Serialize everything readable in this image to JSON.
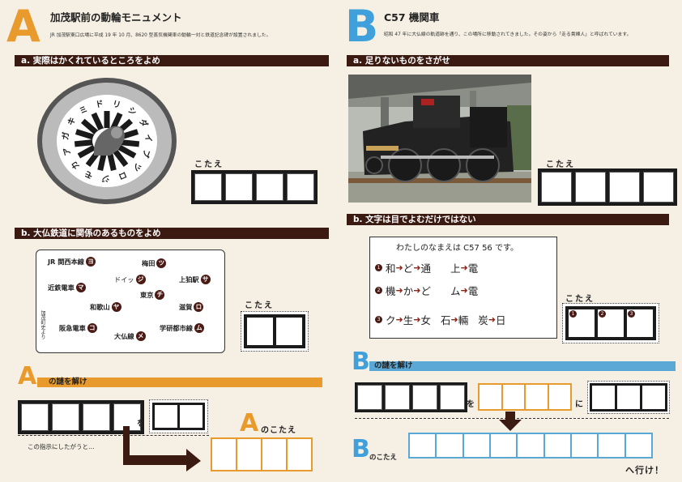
{
  "sectionA": {
    "letter": "A",
    "title": "加茂駅前の動輪モニュメント",
    "description": "JR 加茂駅東口広場に平成 19 年 10 月、8620 型蒸気機関車の動輪一対と鉄道記念碑が設置されました。",
    "part_a": {
      "heading": "a. 実際はかくれているところをよめ",
      "wheel_chars": [
        "ミ",
        "ド",
        "リ",
        "シ",
        "ダ",
        "イ",
        "ブ",
        "ツ",
        "ロ",
        "ジ",
        "モ",
        "カ",
        "ア",
        "ガ",
        "キ"
      ],
      "answer_label": "こたえ"
    },
    "part_b": {
      "heading": "b. 大仏鉄道に関係のあるものをよめ",
      "stations": [
        {
          "name": "JR 関西本線",
          "badge": "ヨ"
        },
        {
          "name": "梅田",
          "badge": "ツ"
        },
        {
          "name": "ドイッ",
          "badge": "ジ"
        },
        {
          "name": "上狛駅",
          "badge": "サ"
        },
        {
          "name": "近鉄電車",
          "badge": "マ"
        },
        {
          "name": "東京",
          "badge": "チ"
        },
        {
          "name": "和歌山",
          "badge": "ヤ"
        },
        {
          "name": "滋賀",
          "badge": "ロ"
        },
        {
          "name": "阪急電車",
          "badge": "コ"
        },
        {
          "name": "学研都市線",
          "badge": "ム"
        },
        {
          "name": "大仏線",
          "badge": "メ"
        }
      ],
      "side_text": "加茂町史より",
      "answer_label": "こたえ"
    },
    "riddle": {
      "heading": "の謎を解け",
      "letter": "A",
      "joiner": "を",
      "instruction": "この指示にしたがうと…",
      "answer_letter": "A",
      "answer_label": "のこたえ"
    }
  },
  "sectionB": {
    "letter": "B",
    "title": "C57 機関車",
    "description": "昭和 47 年に大仏線の軌道跡を通り、この場所に移動されてきました。その姿から「走る貴婦人」と呼ばれています。",
    "part_a": {
      "heading": "a. 足りないものをさがせ",
      "answer_label": "こたえ"
    },
    "part_b": {
      "heading": "b. 文字は目でよむだけではない",
      "intro": "わたしのなまえは C57 56 です。",
      "rows": [
        {
          "num": "1",
          "items": [
            [
              "和",
              "ど",
              "通"
            ],
            [
              "上",
              "電"
            ]
          ]
        },
        {
          "num": "2",
          "items": [
            [
              "機",
              "か",
              "ど"
            ],
            [
              "ム",
              "電"
            ]
          ]
        },
        {
          "num": "3",
          "items": [
            [
              "ク",
              "生",
              "女"
            ],
            [
              "石",
              "輛"
            ],
            [
              "炭",
              "日"
            ]
          ]
        }
      ],
      "answer_label": "こたえ",
      "answer_nums": [
        "1",
        "2",
        "3"
      ]
    },
    "riddle": {
      "heading": "の謎を解け",
      "letter": "B",
      "joiner1": "を",
      "joiner2": "に",
      "answer_letter": "B",
      "answer_label": "のこたえ",
      "go_text": "へ行け！"
    }
  },
  "colors": {
    "orange": "#e89a2c",
    "blue": "#3fa0db",
    "bar": "#3b1a12",
    "badge": "#4a1a14"
  }
}
